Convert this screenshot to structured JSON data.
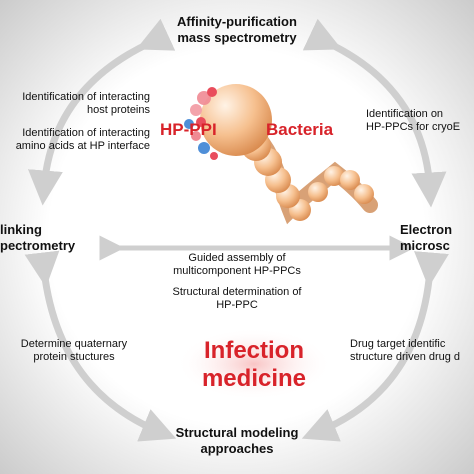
{
  "colors": {
    "background_center": "#ffffff",
    "background_edge": "#c9c9c9",
    "arrow": "#cfcfcf",
    "accent_red": "#d8232a",
    "bacteria_body": "#f4b27c",
    "interface_red": "#e94d5c",
    "interface_blue": "#4f8fd8"
  },
  "nodes": {
    "top": "Affinity-purification\nmass spectrometry",
    "left": "linking\npectrometry",
    "right": "Electron\nmicrosc",
    "bottom": "Structural modeling\napproaches"
  },
  "notes": {
    "top_left_1": "Identification of interacting\nhost proteins",
    "top_left_2": "Identification of interacting\namino acids at HP interface",
    "top_right": "Identification on\nHP-PPCs for cryoE",
    "bottom_left": "Determine quaternary\nprotein stuctures",
    "bottom_right": "Drug target identific\nstructure driven drug d",
    "center_1": "Guided assembly of\nmulticomponent HP-PPCs",
    "center_2": "Structural determination of\nHP-PPC"
  },
  "illustration": {
    "hp_ppi": "HP-PPI",
    "bacteria": "Bacteria",
    "icon": "bacteria-host-interaction-icon"
  },
  "center_title": "Infection\nmedicine"
}
